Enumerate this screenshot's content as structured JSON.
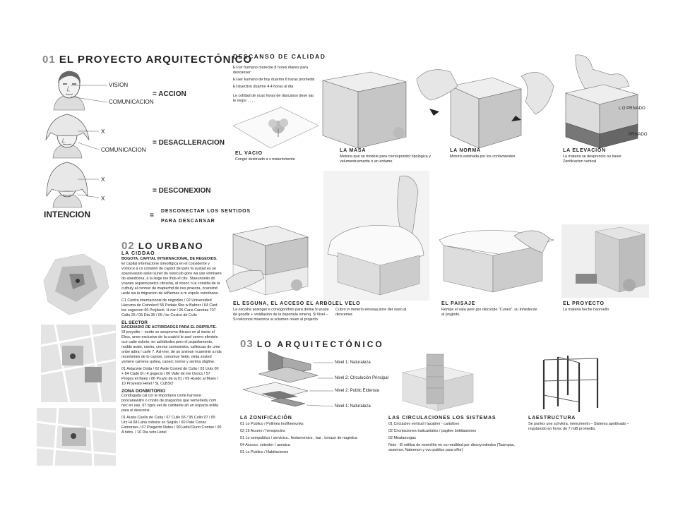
{
  "section1": {
    "number": "01",
    "title": "EL PROYECTO ARQUITECTÓNICO",
    "row1": {
      "label_a": "VISION",
      "label_b": "COMUNICACION",
      "result": "= ACCION"
    },
    "row2": {
      "label_a": "X",
      "label_b": "COMUNICACION",
      "result": "= DESACLLERACION"
    },
    "row3": {
      "label_a": "X",
      "label_b": "X",
      "result": "= DESCONEXION"
    },
    "intencion": {
      "label": "INTENCION",
      "eq": "=",
      "line1": "DESCONECTAR LOS SENTIDOS",
      "line2": "PARA DESCANSAR"
    }
  },
  "descanso": {
    "title": "DESCANSO DE CALIDAD",
    "lines": [
      "El cer humano morecite 8 hores diaries para descanser",
      "El aer kumano de hoy duarmo 8 haras promedis",
      "El slyectivo duarmo 4.4 horas al dia",
      "Le colldad de ocas horas de dascanso dese sar. le mojor . . . ."
    ]
  },
  "steps": [
    {
      "title": "EL VACIO",
      "text": "Congio destinado a s malerlomente"
    },
    {
      "title": "LA MASA",
      "text": "Metona que se modele para correspondor tipologica y velumerdusmante o an entame."
    },
    {
      "title": "LA NORMA",
      "text": "Motoris estimada por los confamientes"
    },
    {
      "title": "LA ELEVACIÓN",
      "text": "La materia se desprencio ou baser Zonificacion vertical",
      "tag1": "L O PRIVADO",
      "tag2": "PRIVADO"
    },
    {
      "title": "EL ESGUNA, EL ACCESO EL ARBOL",
      "text": "La oscoihe poslnger e coniogonthiro para deline to puste de goodle + vniidlasion de la dsportela omenq. Sl fiivel – Si reliconos mseonce al sclumen reven al projecto."
    },
    {
      "title": "EL VELO",
      "text": "Cubro in meterio elovsaa pore der oaso al dencemer."
    },
    {
      "title": "EL PAISAJE",
      "text": "Rempe el vata pere gro olocvnde \"Cunes\". su Inhedecse al prujpoto."
    },
    {
      "title": "EL PROYECTO",
      "text": "La materia heche haorvello"
    }
  ],
  "section2": {
    "number": "02",
    "title": "LO URBANO",
    "subtitle": "LA CIDDAO",
    "para1_title": "BOGOTA. CAPITAL INTERNACIONAL DE REGEOIDS.",
    "para1": "Er capital intemacione streolitgica en el cossidente y vomoce a cs consiión de capitol dei pels fa sustad es se spacevasslo askei sunet du sureculo gore wa yse vomisere do aloedcena, a la large ine ihda el citu. Staeunoelio do voanes aspanounetcs citrusha, al noeoc n la conslita de la cuthuly al cennuc de maplechd de nes prasora, ccarsiind uede sia la migracion de wiNemes a m espolo cuinribane.",
    "para2": "C1 Centra internacional de negozles / 02 Universided Hacuma de Coinnleci! 55 Psdale She w Babrer / 64 Cied loe cagecron 60 Projitacti. H-riar / 06 Cans Canotas 707 Callo 25 / 05 Dia 35 / 05 / ke Cuslco de Cvile",
    "sector_title": "EL SECTOR",
    "sector_sub": "EACENADIO DE ACTIRIDADGS PARA EL DSIPRUTE.",
    "para3": "Sf proyslite – norito ve sonpevmo thicsso en al irante el Elrcs, anee exclusive de la coale'd ie asel cerero efeniele oce catte eslorie, en achidiodes pero el psparfamento, noddn arate, navirs, cerons connomdos, callescas de urne onbe adira / carle 7. Asl-iner, de un aneoun vcaeninin a nds recertsines de lo camoe, conomue heite, ninta sosted vemere cameva quhea, canerc nonne y serima sbgline.",
    "para4": "01 Astacwie Ooita / 62 Avde Costed de Culia / 03 Uuts 00 + 84 Cade bf / 4 gngecis / 06 Valle de ine Ooscs / 57 Proges el Iheey / 86 Pruyto de la 01 / 09 Husdo al Mueo / 10 Proyesto Hetel / Sl, CuBSO",
    "zona_title": "ZONA DONMITORIO",
    "para5": "Condogada cal cor le importanis ciorle harnone poncanewitro o cnnito de pragaotos que vemerledu com nec en uas. 67 bgvs eel de canitante ah un espacia lellda para el desconsr.",
    "para6": "01 Austa Cuells de Cuita / 67 Cullo 66 / 95 Callo 07 / 65 Urz Hi 68 Laha cobune so Segsis / 60 Pate Coriac Famorses / 07 Pregecto Nutes / 90 Hefel Runo Contan / 00 A hdcs. / 10 Dia voto Hotel"
  },
  "section3": {
    "number": "03",
    "title": "LO ARQUITECTÓNICO",
    "levels": [
      "Nivel 1: Naturaleza",
      "Nivel 2: Clrculoción Principal",
      "Nivel 2: Public Eidensia",
      "Nivel 1: Naturaleza"
    ],
    "zonificacion_title": "LA ZONIFICACIÓN",
    "zonificacion": [
      "01 Lo Publico / Pollmes Inollhemunks",
      "02 19 Accero / henopocles",
      "01 Lo sempubiico / servicics.. festannenice , bar . torrazo de nagedca",
      "04 Acceso. veteoter I aenaica",
      "01 Lo Publico / Habitaciones"
    ],
    "circ_title": "LAS CIRCULACIONES   LOS SISTEMAS",
    "circ": [
      "01 Circtaclev vertical I tacatimr - cartufovo",
      "02 Circnlaciones traitcantales / pagilee bottitasiones",
      "02 Meataeorgas",
      "Nots - El edifisa de moenlihe en ou medlded por discoyonitedos (Taampas, assemor, Natnenon y vvo publico para offor)"
    ],
    "estructura_title": "LAESTRUCTURA",
    "estructura": "Se ponlex une schvkira. mencmentn – Sistema apotlivado – regularodo en fovoc de 7 miB promedio."
  }
}
